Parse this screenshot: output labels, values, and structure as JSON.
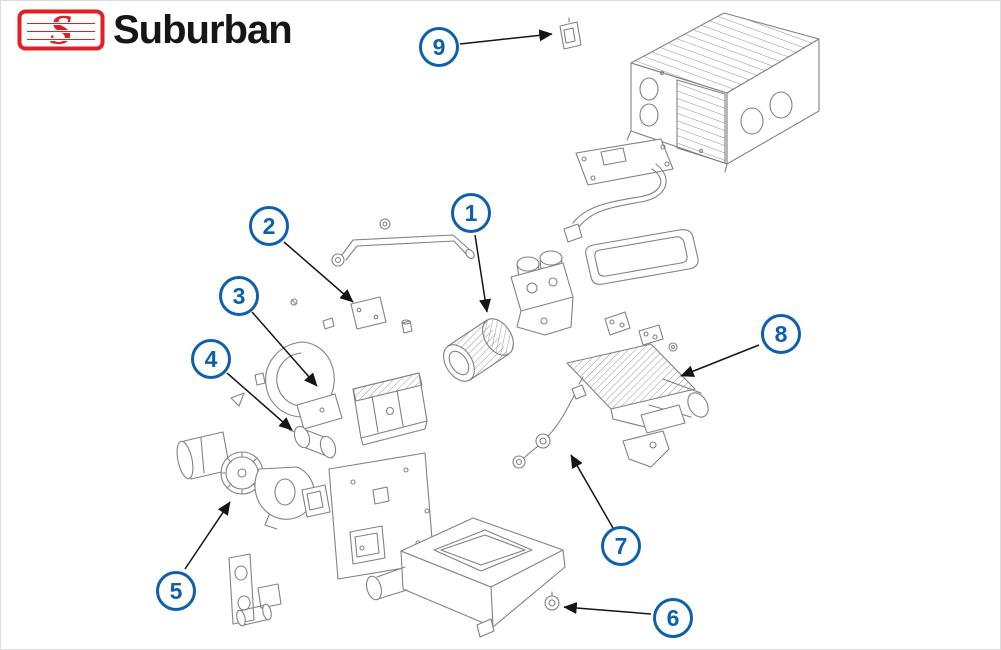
{
  "logo": {
    "brand_text": "Suburban",
    "monogram": "S"
  },
  "colors": {
    "logo_red": "#e01f26",
    "brand_text": "#161616",
    "callout_blue": "#0e5fad",
    "line_gray": "#828282",
    "arrow_black": "#151515",
    "background": "#ffffff"
  },
  "callouts": [
    {
      "number": "1"
    },
    {
      "number": "2"
    },
    {
      "number": "3"
    },
    {
      "number": "4"
    },
    {
      "number": "5"
    },
    {
      "number": "6"
    },
    {
      "number": "7"
    },
    {
      "number": "8"
    },
    {
      "number": "9"
    }
  ]
}
